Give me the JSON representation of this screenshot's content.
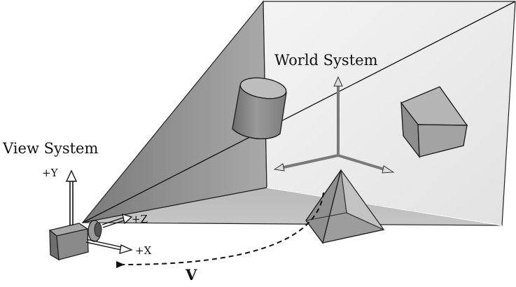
{
  "labels": {
    "world_system": "World System",
    "view_system": "View System",
    "y_axis": "+Y",
    "z_axis": "+Z",
    "x_axis": "+X",
    "vector": "V"
  }
}
